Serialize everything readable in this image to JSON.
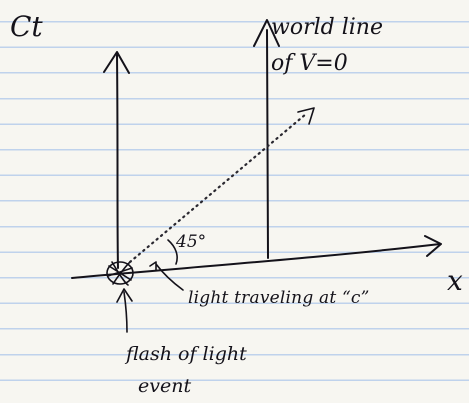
{
  "labels": {
    "time_axis": "Ct",
    "world_line_line1": "world line",
    "world_line_line2": "of V=0",
    "angle": "45°",
    "light": "light traveling at “c”",
    "x_axis": "x",
    "flash_line1": "flash of light",
    "flash_line2": "event"
  },
  "colors": {
    "ink": "#14121a",
    "paper": "#f7f6f1",
    "rule_lines": "#bfd2ec"
  }
}
